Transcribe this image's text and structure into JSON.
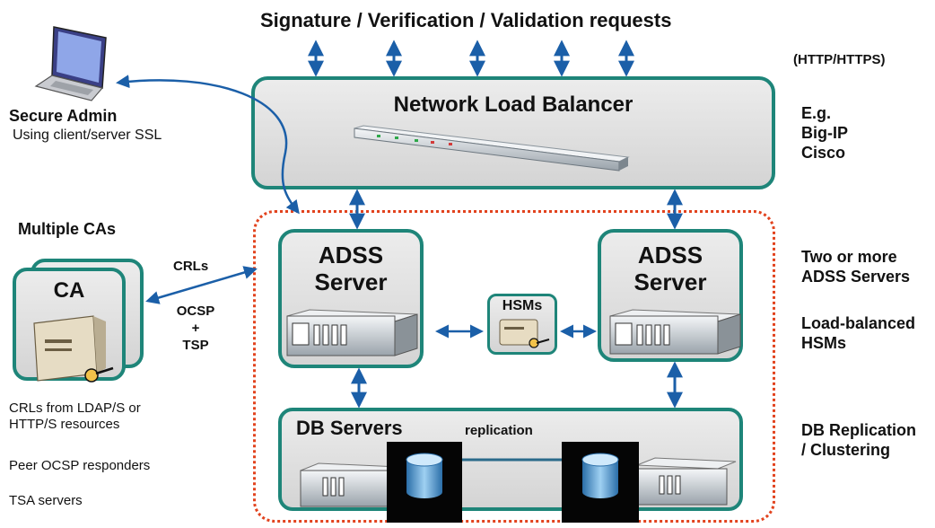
{
  "header": {
    "requests": "Signature / Verification / Validation requests",
    "protocol": "(HTTP/HTTPS)"
  },
  "admin": {
    "title": "Secure Admin",
    "subtitle": "Using client/server SSL"
  },
  "load_balancer": {
    "label": "Network Load Balancer",
    "examples": [
      "E.g.",
      "Big-IP",
      "Cisco"
    ]
  },
  "ca": {
    "heading": "Multiple CAs",
    "label": "CA",
    "crls": "CRLs",
    "ocsp": [
      "OCSP",
      "+",
      "TSP"
    ],
    "notes": [
      "CRLs from LDAP/S or",
      "HTTP/S resources",
      "Peer OCSP responders",
      "TSA servers"
    ]
  },
  "adss_left": {
    "line1": "ADSS",
    "line2": "Server"
  },
  "adss_right": {
    "line1": "ADSS",
    "line2": "Server"
  },
  "hsm": {
    "label": "HSMs"
  },
  "db": {
    "label": "DB Servers",
    "replication": "replication"
  },
  "right_notes": {
    "servers": [
      "Two or more",
      "ADSS Servers"
    ],
    "hsms": [
      "Load-balanced",
      "HSMs"
    ],
    "db": [
      "DB Replication",
      "/ Clustering"
    ]
  },
  "colors": {
    "box_border": "#1e8579",
    "arrow": "#1b5fa8",
    "dotted": "#e2431e",
    "box_fill": "#dcdcdc"
  }
}
